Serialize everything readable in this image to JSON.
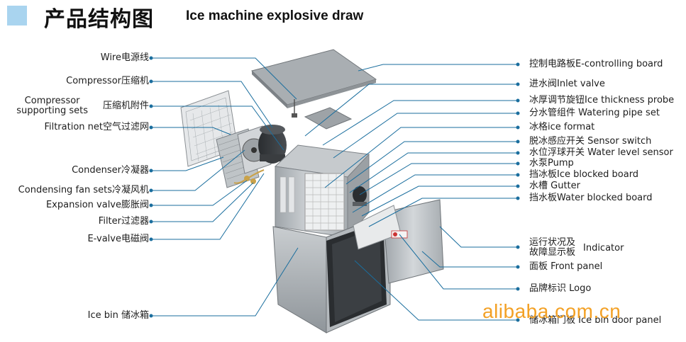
{
  "header": {
    "title_cn": "产品结构图",
    "title_en": "Ice machine explosive draw"
  },
  "left_labels": [
    {
      "id": "wire",
      "text": "Wire电源线"
    },
    {
      "id": "compressor",
      "text": "Compressor压缩机"
    },
    {
      "id": "compressor-support",
      "text_line1": "Compressor",
      "text_line2": "supporting sets",
      "text_cn": "压缩机附件"
    },
    {
      "id": "filtration-net",
      "text": "Filtration net空气过滤网"
    },
    {
      "id": "condenser",
      "text": "Condenser冷凝器"
    },
    {
      "id": "condensing-fan",
      "text": "Condensing fan sets冷凝风机"
    },
    {
      "id": "expansion-valve",
      "text": "Expansion valve膨胀阀"
    },
    {
      "id": "filter",
      "text": "Filter过滤器"
    },
    {
      "id": "e-valve",
      "text": "E-valve电磁阀"
    },
    {
      "id": "ice-bin",
      "text": "Ice bin 储冰箱"
    }
  ],
  "right_labels": [
    {
      "id": "control-board",
      "text": "控制电路板E-controlling board"
    },
    {
      "id": "inlet-valve",
      "text": "进水阀Inlet valve"
    },
    {
      "id": "ice-thickness",
      "text": "冰厚调节旋钮Ice thickness probe"
    },
    {
      "id": "watering-pipe",
      "text": "分水管组件 Watering pipe set"
    },
    {
      "id": "ice-format",
      "text": "冰格ice format"
    },
    {
      "id": "sensor-switch",
      "text": "脱冰感应开关 Sensor switch"
    },
    {
      "id": "water-level",
      "text": "水位浮球开关 Water level sensor"
    },
    {
      "id": "pump",
      "text": "水泵Pump"
    },
    {
      "id": "ice-blocked",
      "text": "挡冰板Ice blocked board"
    },
    {
      "id": "gutter",
      "text": "水槽 Gutter"
    },
    {
      "id": "water-blocked",
      "text": "挡水板Water blocked board"
    },
    {
      "id": "indicator",
      "text_line1": "运行状况及",
      "text_line2": "故障显示板",
      "text_en": "Indicator"
    },
    {
      "id": "front-panel",
      "text": "面板 Front panel"
    },
    {
      "id": "logo",
      "text": "品牌标识 Logo"
    },
    {
      "id": "bin-door",
      "text": "储冰箱门板 Ice bin door panel"
    }
  ],
  "watermark": "alibaba.com.cn",
  "colors": {
    "leader_line": "#1a6e9e",
    "dot": "#1a6e9e",
    "title_square": "#a9d4ef",
    "steel": "#b9bec2",
    "watermark": "#f3a126"
  }
}
